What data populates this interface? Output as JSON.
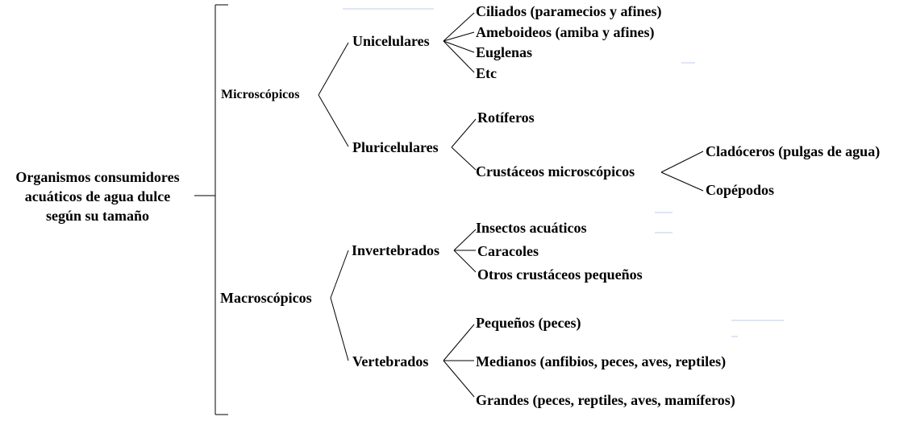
{
  "colors": {
    "ink": "#000000",
    "background": "#ffffff"
  },
  "root": {
    "lines": [
      "Organismos consumidores",
      "acuáticos de agua dulce",
      "según su tamaño"
    ]
  },
  "level1": {
    "microscopicos": "Microscópicos",
    "macroscopicos": "Macroscópicos"
  },
  "level2": {
    "unicelulares": "Unicelulares",
    "pluricelulares": "Pluricelulares",
    "invertebrados": "Invertebrados",
    "vertebrados": "Vertebrados"
  },
  "unicelulares_items": [
    "Ciliados (paramecios y afines)",
    "Ameboideos (amiba y afines)",
    "Euglenas",
    "Etc"
  ],
  "pluricelulares_items": [
    "Rotíferos",
    "Crustáceos microscópicos"
  ],
  "crustaceos_items": [
    "Cladóceros (pulgas de agua)",
    "Copépodos"
  ],
  "invertebrados_items": [
    "Insectos acuáticos",
    "Caracoles",
    "Otros crustáceos pequeños"
  ],
  "vertebrados_items": [
    "Pequeños (peces)",
    "Medianos (anfibios, peces, aves, reptiles)",
    "Grandes (peces, reptiles, aves, mamíferos)"
  ]
}
